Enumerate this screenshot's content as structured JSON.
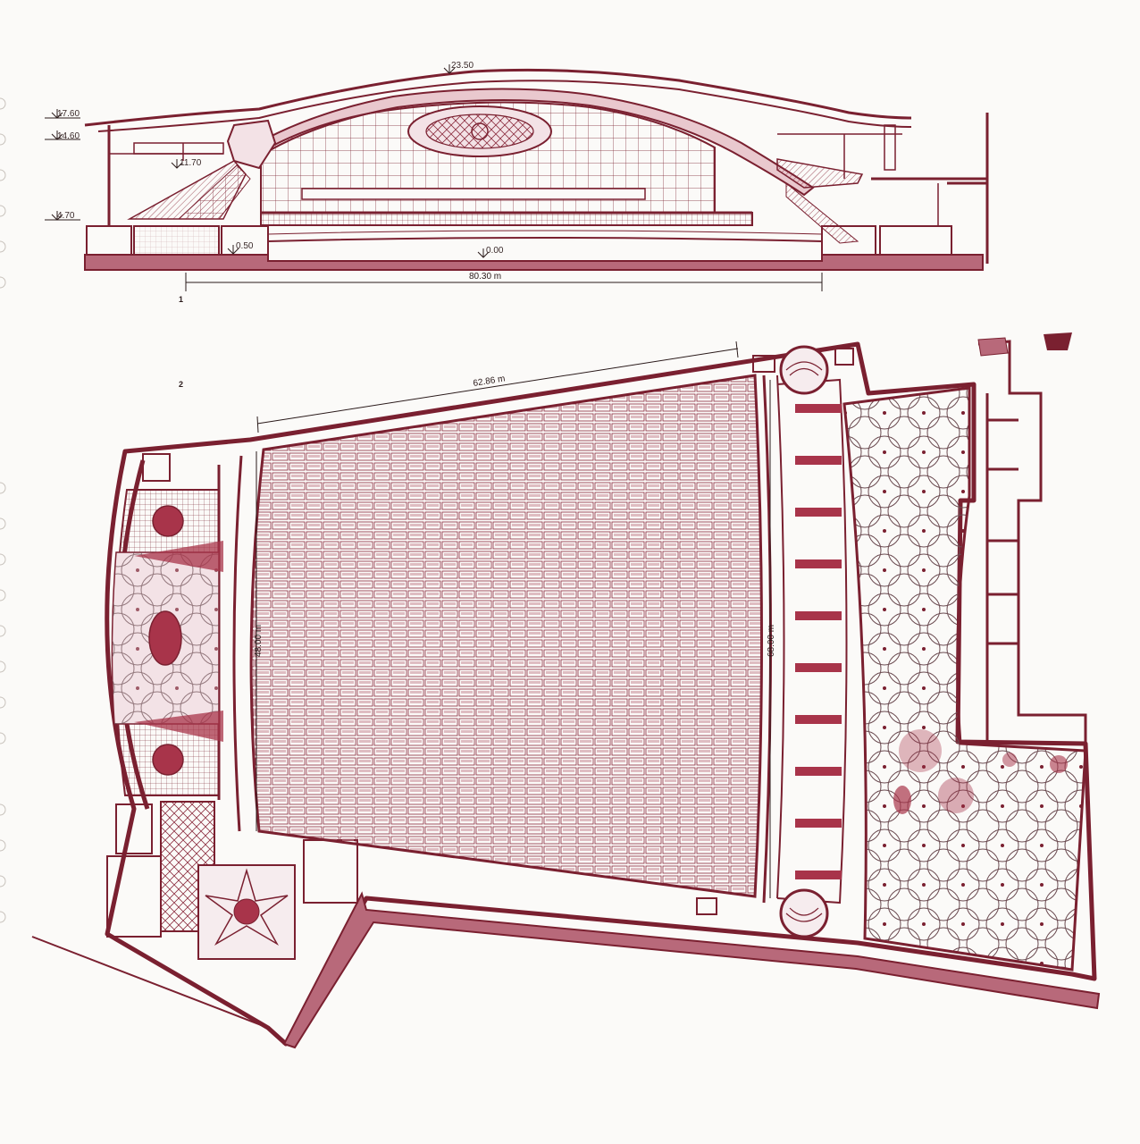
{
  "figures": [
    {
      "number": "1"
    },
    {
      "number": "2"
    }
  ],
  "section": {
    "levels": [
      "17.60",
      "14.60",
      "11.70",
      "4.70",
      "23.50",
      "0.50",
      "0.00"
    ],
    "span": "80.30 m"
  },
  "plan": {
    "dim_top": "62.86 m",
    "dim_left": "48.00 m",
    "dim_right": "68.00 m"
  },
  "colors": {
    "ink": "#7a2030",
    "fill": "#a8344a",
    "paper": "#fbfaf8",
    "grey": "#5a4a4a"
  },
  "icons": [
    "level-marker-icon",
    "stair-icon",
    "rosette-icon"
  ]
}
